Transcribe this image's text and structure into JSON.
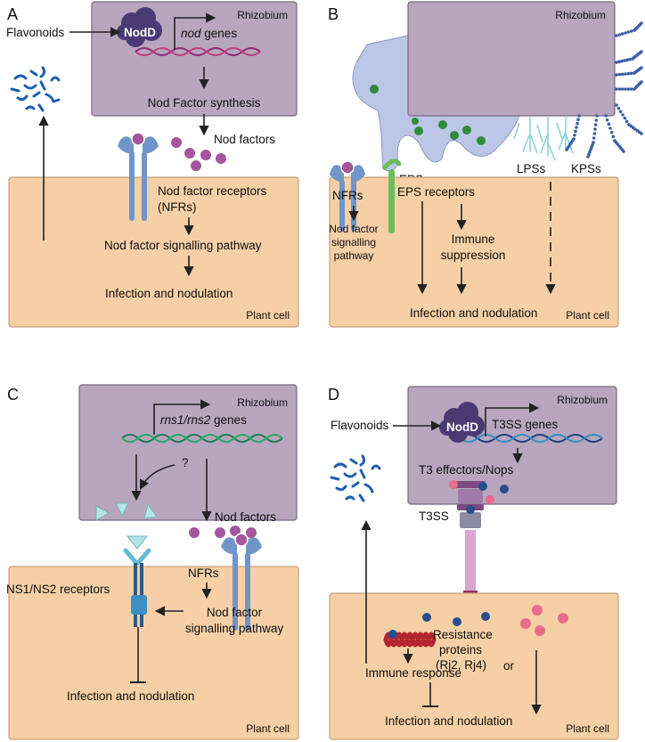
{
  "panels": {
    "a": {
      "letter": "A",
      "flavonoids": "Flavonoids",
      "nodd": "NodD",
      "rhizobium": "Rhizobium",
      "genes_italic": "nod",
      "genes_rest": " genes",
      "synthesis": "Nod Factor synthesis",
      "nod_factors": "Nod factors",
      "receptors_1": "Nod factor receptors",
      "receptors_2": "(NFRs)",
      "pathway": "Nod factor signalling pathway",
      "outcome": "Infection and nodulation",
      "plant_cell": "Plant cell"
    },
    "b": {
      "letter": "B",
      "rhizobium": "Rhizobium",
      "eps": "EPSs",
      "lps": "LPSs",
      "kps": "KPSs",
      "nfrs": "NFRs",
      "eps_receptors": "EPS receptors",
      "nf_path_1": "Nod factor",
      "nf_path_2": "signalling",
      "nf_path_3": "pathway",
      "immune_1": "Immune",
      "immune_2": "suppression",
      "outcome": "Infection and nodulation",
      "plant_cell": "Plant cell"
    },
    "c": {
      "letter": "C",
      "rhizobium": "Rhizobium",
      "genes_italic": "rns1/rns2",
      "genes_rest": " genes",
      "question": "?",
      "nod_factors": "Nod factors",
      "nfrs": "NFRs",
      "ns_receptors": "NS1/NS2 receptors",
      "nf_path_1": "Nod factor",
      "nf_path_2": "signalling pathway",
      "outcome": "Infection and nodulation",
      "plant_cell": "Plant cell"
    },
    "d": {
      "letter": "D",
      "flavonoids": "Flavonoids",
      "nodd": "NodD",
      "rhizobium": "Rhizobium",
      "genes": "T3SS genes",
      "effectors": "T3 effectors/Nops",
      "t3ss": "T3SS",
      "resistance_1": "Resistance",
      "resistance_2": "proteins",
      "resistance_3": "(Rj2, Rj4)",
      "immune": "Immune response",
      "or": "or",
      "outcome": "Infection and nodulation",
      "plant_cell": "Plant cell"
    }
  },
  "colors": {
    "rhizobium_fill": "#b7a6bd",
    "plant_cell_fill": "#f5cfa5",
    "nodd": "#4a3a73",
    "nod_factor": "#a5569c",
    "receptor_blue": "#6f95c9",
    "eps_green": "#2e8b3a",
    "eps_body": "#bcc6e6",
    "lps": "#8fd3cf",
    "kps": "#3b5fa7",
    "flavonoid": "#1f5fae",
    "ns_receptor": "#65b8d6",
    "effector_blue": "#2b4d8c",
    "effector_pink": "#e96d8a",
    "resistance_red": "#b5252f",
    "t3ss": "#7b4a82"
  }
}
